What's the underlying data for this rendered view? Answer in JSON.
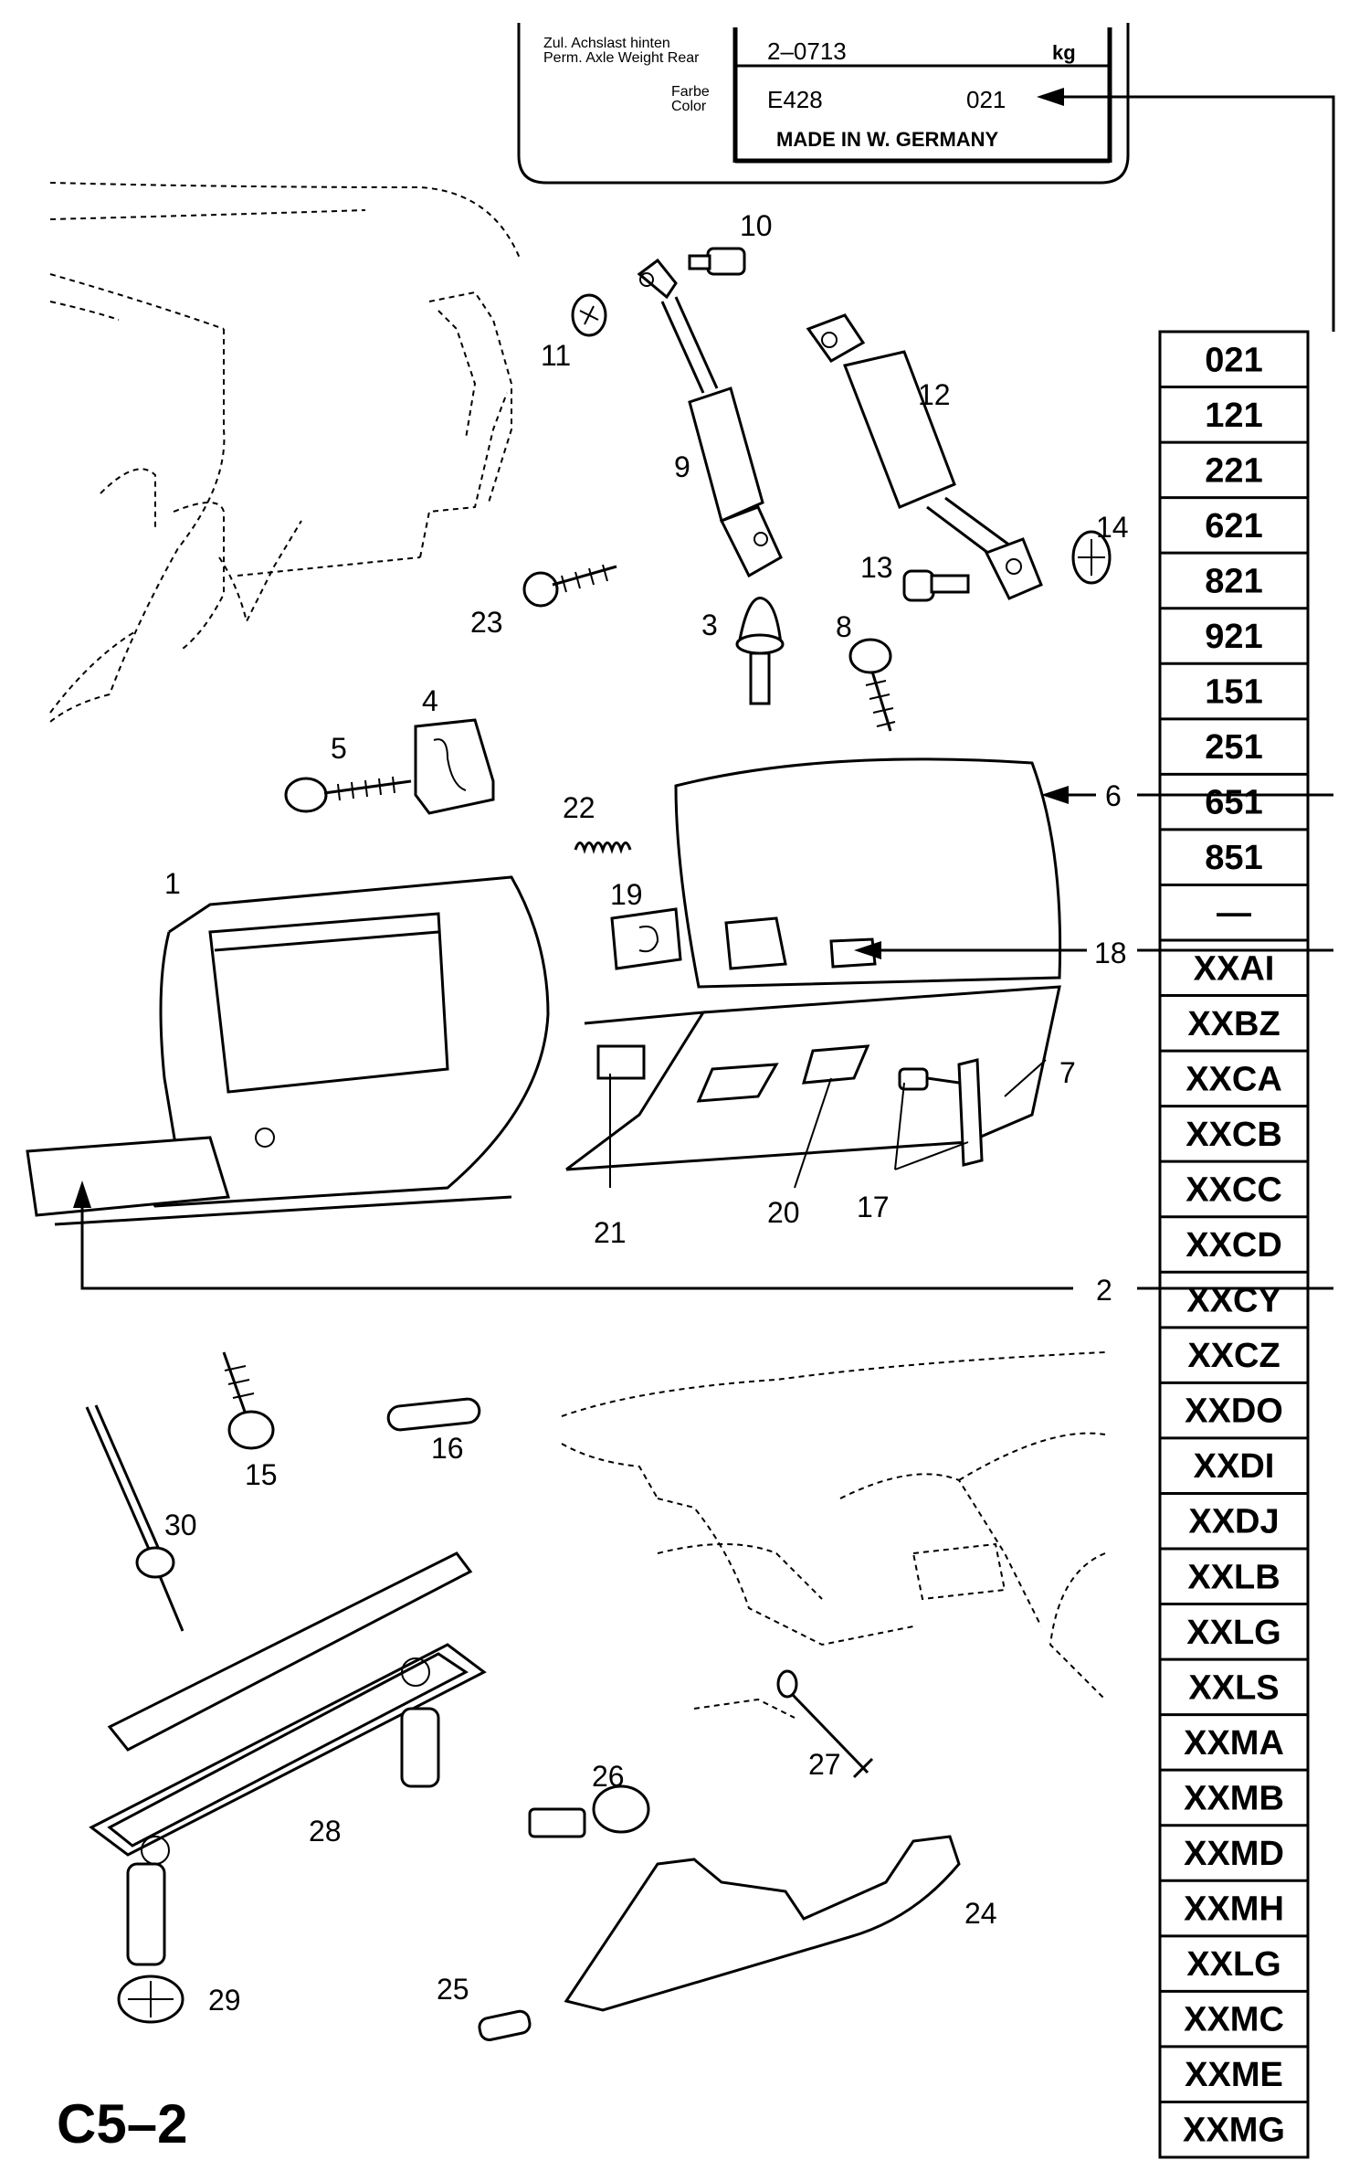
{
  "plate": {
    "axle_label_de": "Zul. Achslast hinten",
    "axle_label_en": "Perm. Axle Weight Rear",
    "axle_value": "2–0713",
    "axle_unit": "kg",
    "color_label_de": "Farbe",
    "color_label_en": "Color",
    "color_code": "E428",
    "color_number": "021",
    "made_in": "MADE  IN  W.  GERMANY"
  },
  "code_table": [
    "021",
    "121",
    "221",
    "621",
    "821",
    "921",
    "151",
    "251",
    "651",
    "851",
    "—",
    "XXAI",
    "XXBZ",
    "XXCA",
    "XXCB",
    "XXCC",
    "XXCD",
    "XXCY",
    "XXCZ",
    "XXDO",
    "XXDI",
    "XXDJ",
    "XXLB",
    "XXLG",
    "XXLS",
    "XXMA",
    "XXMB",
    "XXMD",
    "XXMH",
    "XXLG",
    "XXMC",
    "XXME",
    "XXMG"
  ],
  "callouts": {
    "c1": "1",
    "c2": "2",
    "c3": "3",
    "c4": "4",
    "c5": "5",
    "c6": "6",
    "c7": "7",
    "c8": "8",
    "c9": "9",
    "c10": "10",
    "c11": "11",
    "c12": "12",
    "c13": "13",
    "c14": "14",
    "c15": "15",
    "c16": "16",
    "c17": "17",
    "c18": "18",
    "c19": "19",
    "c20": "20",
    "c21": "21",
    "c22": "22",
    "c23": "23",
    "c24": "24",
    "c25": "25",
    "c26": "26",
    "c27": "27",
    "c28": "28",
    "c29": "29",
    "c30": "30"
  },
  "footer_code": "C5–2"
}
